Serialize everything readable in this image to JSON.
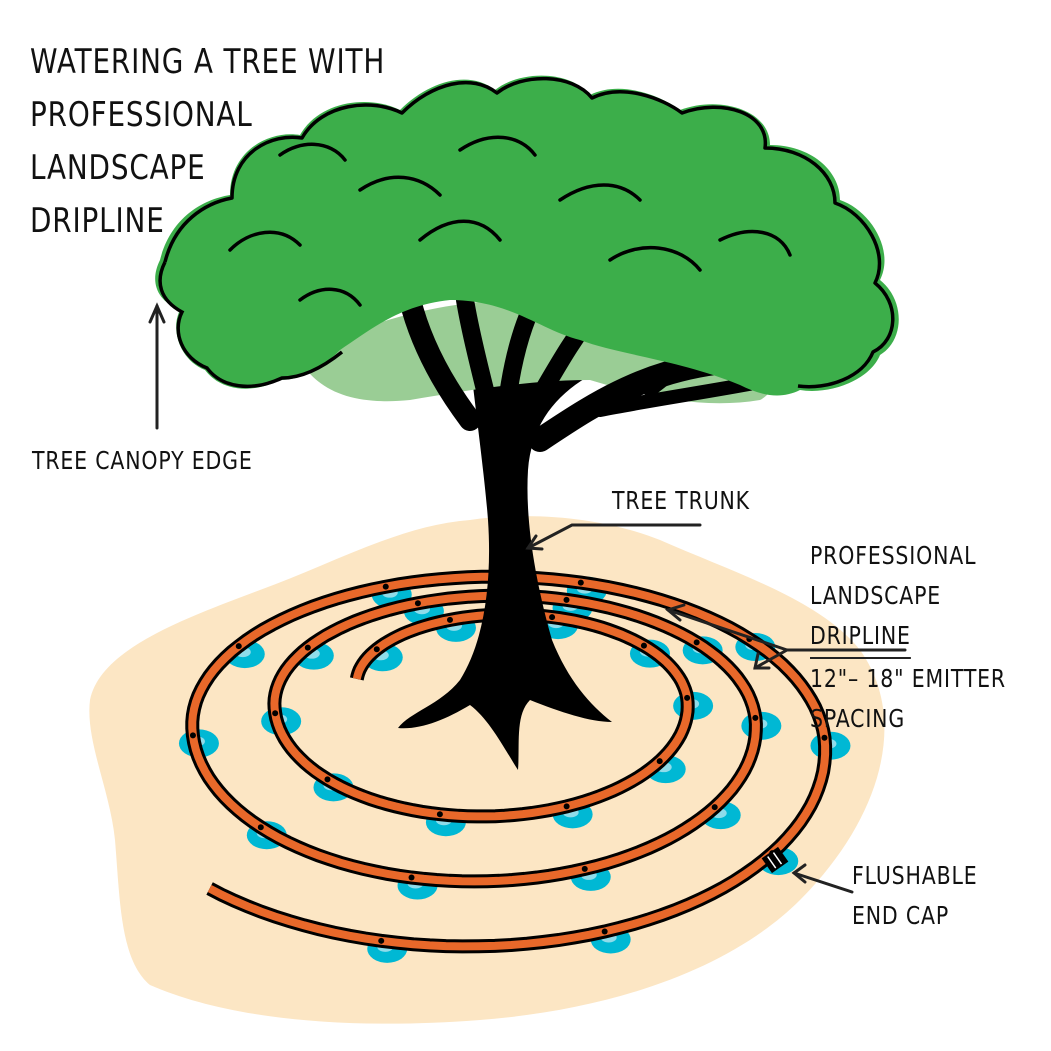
{
  "title": {
    "lines": [
      "Watering a tree with",
      "professional",
      "landscape",
      "dripline"
    ]
  },
  "labels": {
    "canopy_edge": "Tree canopy edge",
    "trunk": "Tree trunk",
    "dripline": {
      "lines": [
        "Professional",
        "landscape",
        "dripline",
        "12\"– 18\" emitter",
        "spacing"
      ]
    },
    "end_cap": {
      "lines": [
        "Flushable",
        "end cap"
      ]
    }
  },
  "colors": {
    "canopy": "#3cae4a",
    "canopy_shadow": "#9acd95",
    "trunk": "#000000",
    "ground": "#fce6c4",
    "dripline": "#e8682a",
    "water": "#00b8d4",
    "water_highlight": "#8fdcea",
    "ink": "#111111"
  },
  "spiral": {
    "turns": 3,
    "emitter_spacing": "12\"– 18\""
  }
}
